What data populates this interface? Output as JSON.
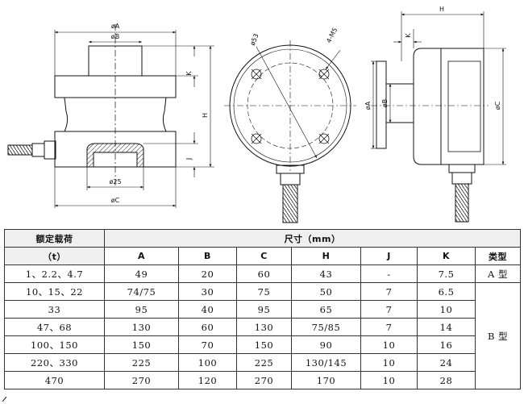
{
  "drawing": {
    "front_view": {
      "dim_a": "øA",
      "dim_b": "øB",
      "dim_25": "ø25",
      "dim_c": "øC",
      "dim_h": "H",
      "dim_k": "K",
      "dim_j": "J"
    },
    "top_view": {
      "dim_53": "ø53",
      "dim_holes": "4-M5"
    },
    "side_view": {
      "dim_h": "H",
      "dim_k": "K",
      "dim_a": "øA",
      "dim_b": "øB",
      "dim_c": "øC"
    }
  },
  "table": {
    "header_rated_load": "额定载荷",
    "header_unit": "（t）",
    "header_dimensions": "尺寸（mm）",
    "header_type": "类型",
    "columns": [
      "A",
      "B",
      "C",
      "H",
      "J",
      "K"
    ],
    "rows": [
      {
        "load": "1、2.2、4.7",
        "A": "49",
        "B": "20",
        "C": "60",
        "H": "43",
        "J": "-",
        "K": "7.5"
      },
      {
        "load": "10、15、22",
        "A": "74/75",
        "B": "30",
        "C": "75",
        "H": "50",
        "J": "7",
        "K": "6.5"
      },
      {
        "load": "33",
        "A": "95",
        "B": "40",
        "C": "95",
        "H": "65",
        "J": "7",
        "K": "10"
      },
      {
        "load": "47、68",
        "A": "130",
        "B": "60",
        "C": "130",
        "H": "75/85",
        "J": "7",
        "K": "14"
      },
      {
        "load": "100、150",
        "A": "150",
        "B": "70",
        "C": "150",
        "H": "90",
        "J": "10",
        "K": "16"
      },
      {
        "load": "220、330",
        "A": "225",
        "B": "100",
        "C": "225",
        "H": "130/145",
        "J": "10",
        "K": "24"
      },
      {
        "load": "470",
        "A": "270",
        "B": "120",
        "C": "270",
        "H": "170",
        "J": "10",
        "K": "28"
      }
    ],
    "type_a": "A 型",
    "type_b": "B 型"
  }
}
